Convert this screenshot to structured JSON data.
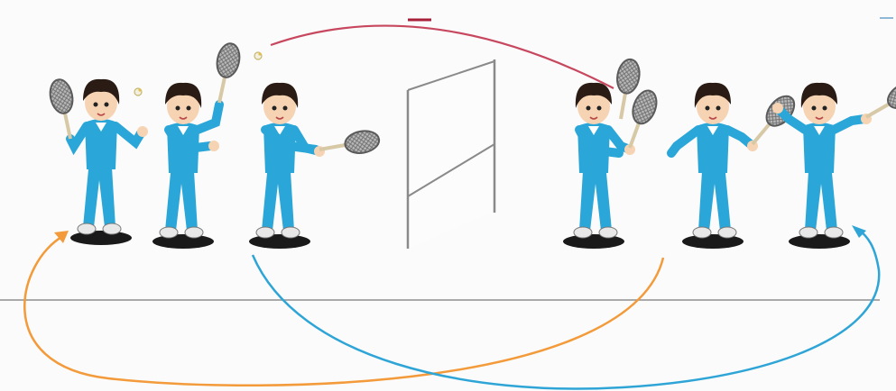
{
  "scene": {
    "subject": "badminton-player-movement-sequence",
    "left_court_players": [
      {
        "id": "left-player-1",
        "pose": "overhead-ready",
        "facing": "right"
      },
      {
        "id": "left-player-2",
        "pose": "overhead-swing",
        "facing": "right"
      },
      {
        "id": "left-player-3",
        "pose": "forehand-drive",
        "facing": "right"
      }
    ],
    "right_court_players": [
      {
        "id": "right-player-1",
        "pose": "backhand-swing",
        "facing": "left"
      },
      {
        "id": "right-player-2",
        "pose": "overhead-swing",
        "facing": "left"
      },
      {
        "id": "right-player-3",
        "pose": "overhead-ready",
        "facing": "left"
      }
    ],
    "colors": {
      "shirt": "#2aa6d8",
      "shirt_dark": "#1b86b5",
      "hair": "#2a1c14",
      "skin": "#f6d3b3",
      "shadow": "#1a1a1a",
      "racket_head": "#8d8d8d",
      "net": "#8a8a8a",
      "floor_line": "#8f8f8f",
      "shuttle_path_arc": "#c7475e",
      "rotation_arrow_orange": "#f39a3a",
      "rotation_arrow_blue": "#2ea5d6",
      "background": "#fbfbfb"
    },
    "icons": {
      "shuttlecock": "shuttlecock-icon",
      "racket": "racket-icon",
      "net": "badminton-net-icon"
    }
  }
}
